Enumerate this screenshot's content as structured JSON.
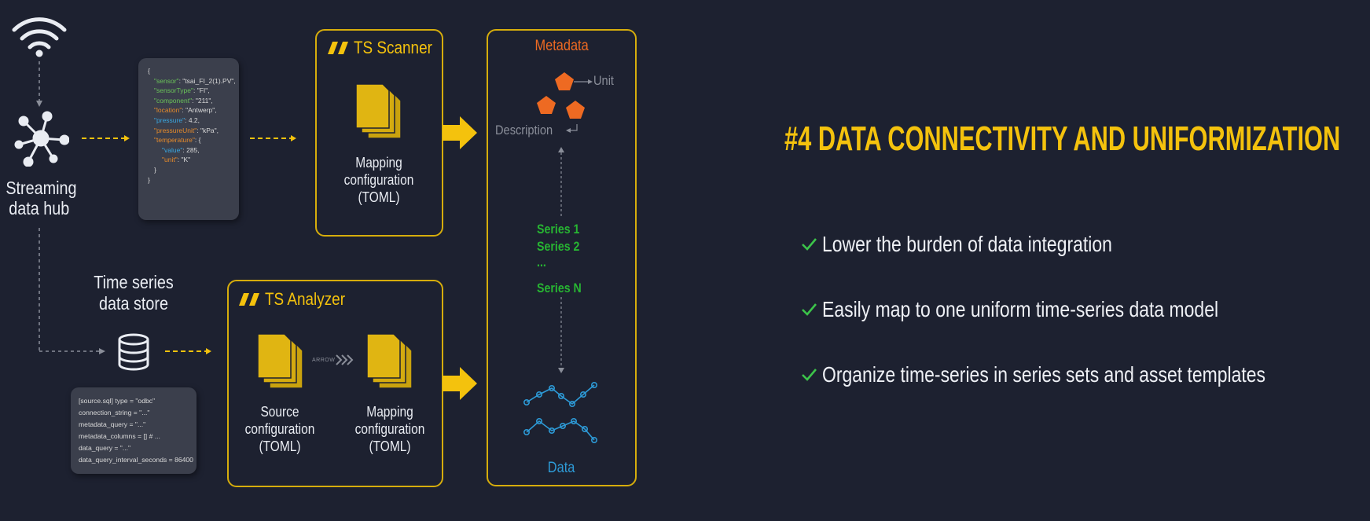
{
  "sources": {
    "streaming_hub_label": [
      "Streaming",
      "data hub"
    ],
    "data_store_label": [
      "Time series",
      "data store"
    ]
  },
  "json_payload": {
    "lines": [
      {
        "key": "\"sensor\"",
        "value": "\"tsai_FI_2(1).PV\","
      },
      {
        "key": "\"sensorType\"",
        "value": "\"FI\","
      },
      {
        "key": "\"component\"",
        "value": "\"211\","
      },
      {
        "key": "\"location\"",
        "value": "\"Antwerp\","
      },
      {
        "key": "\"pressure\"",
        "value": "4.2,"
      },
      {
        "key": "\"pressureUnit\"",
        "value": "\"kPa\","
      },
      {
        "key": "\"temperature\"",
        "value": "{"
      },
      {
        "key": "\"value\"",
        "value": "285,"
      },
      {
        "key": "\"unit\"",
        "value": "\"K\""
      }
    ]
  },
  "sql_config": {
    "lines": [
      "[source.sql] type = \"odbc\"",
      "connection_string = \"...\"",
      "metadata_query = \"...\"",
      "metadata_columns = [] # ...",
      "data_query = \"...\"",
      "data_query_interval_seconds = 86400"
    ]
  },
  "ts_scanner": {
    "title": "TS Scanner",
    "doc_label": [
      "Mapping",
      "configuration",
      "(TOML)"
    ]
  },
  "ts_analyzer": {
    "title": "TS Analyzer",
    "source_label": [
      "Source",
      "configuration",
      "(TOML)"
    ],
    "mapping_label": [
      "Mapping",
      "configuration",
      "(TOML)"
    ],
    "arrow_text": "ARROW"
  },
  "model": {
    "metadata_label": "Metadata",
    "unit_label": "Unit",
    "description_label": "Description",
    "series": [
      "Series 1",
      "Series 2",
      "...",
      "Series N"
    ],
    "data_label": "Data"
  },
  "headline": "#4 DATA CONNECTIVITY AND UNIFORMIZATION",
  "bullets": [
    "Lower the burden of data integration",
    "Easily map to one uniform time-series data model",
    "Organize time-series in series sets and asset templates"
  ],
  "colors": {
    "background": "#1d2130",
    "accent_yellow": "#f4c20d",
    "metadata_orange": "#ee6a22",
    "series_green": "#27b532",
    "data_blue": "#2d9ad6",
    "check_green": "#3cc44a"
  }
}
